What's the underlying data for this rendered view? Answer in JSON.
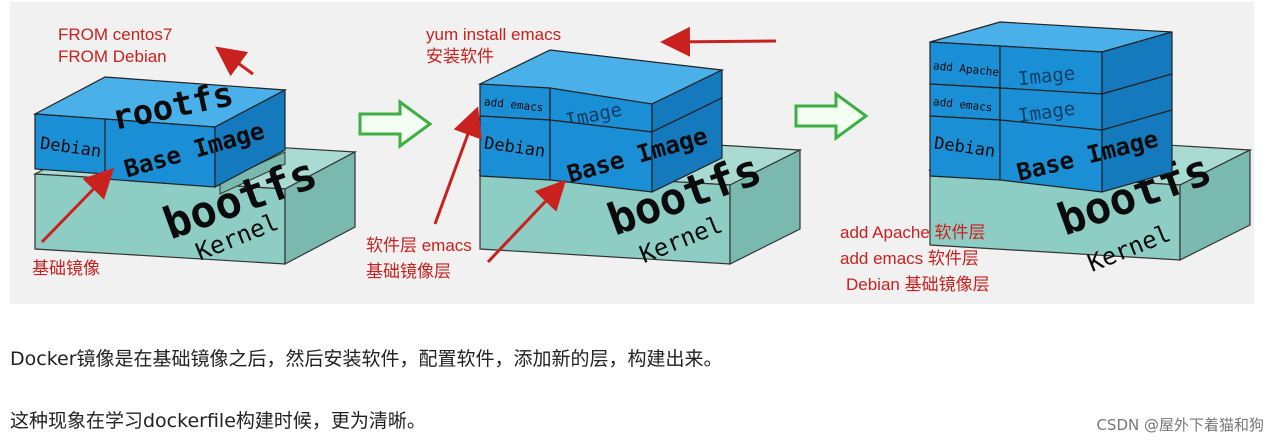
{
  "diagram": {
    "stage1": {
      "annotation_top": [
        "FROM centos7",
        "FROM Debian"
      ],
      "annotation_bottom": "基础镜像",
      "layers": {
        "top": "rootfs",
        "left": "Debian",
        "middle": "Base Image",
        "bottom": "bootfs",
        "base": "Kernel"
      }
    },
    "stage2": {
      "annotation_top": [
        "yum install emacs",
        "安装软件"
      ],
      "annotation_bottom": [
        "软件层 emacs",
        "基础镜像层"
      ],
      "layers": {
        "image_left": "add emacs",
        "image": "Image",
        "left": "Debian",
        "middle": "Base Image",
        "bottom": "bootfs",
        "base": "Kernel"
      }
    },
    "stage3": {
      "annotation_bottom": [
        "add Apache 软件层",
        "add emacs 软件层",
        "Debian 基础镜像层"
      ],
      "layers": {
        "top_left": "add Apache",
        "top_image": "Image",
        "image_left": "add emacs",
        "image": "Image",
        "left": "Debian",
        "middle": "Base Image",
        "bottom": "bootfs",
        "base": "Kernel"
      }
    },
    "colors": {
      "blue": "#1990d8",
      "teal": "#8ecdc4",
      "red": "#c9211e",
      "green": "#3db043"
    }
  },
  "text": {
    "line1": "Docker镜像是在基础镜像之后，然后安装软件，配置软件，添加新的层，构建出来。",
    "line2": "这种现象在学习dockerfile构建时候，更为清晰。"
  },
  "watermark": "CSDN @屋外下着猫和狗"
}
